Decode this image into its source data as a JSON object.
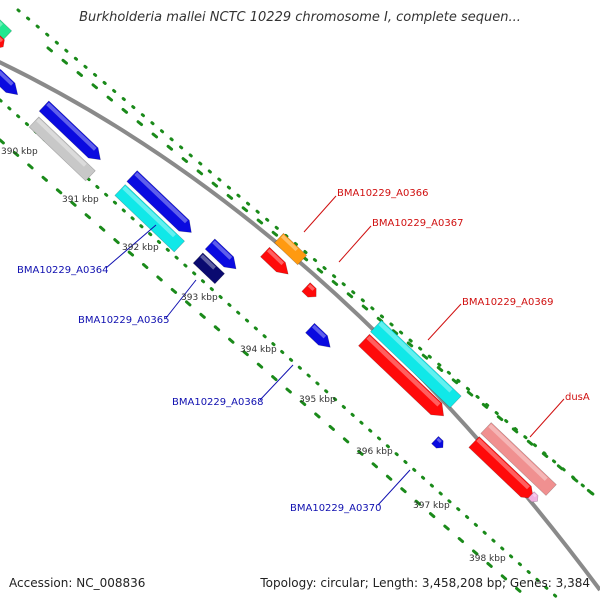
{
  "title": "Burkholderia mallei NCTC 10229 chromosome I, complete sequen...",
  "ticks": [
    {
      "label": "390 kbp"
    },
    {
      "label": "391 kbp"
    },
    {
      "label": "392 kbp"
    },
    {
      "label": "393 kbp"
    },
    {
      "label": "394 kbp"
    },
    {
      "label": "395 kbp"
    },
    {
      "label": "396 kbp"
    },
    {
      "label": "397 kbp"
    },
    {
      "label": "398 kbp"
    }
  ],
  "gene_labels": [
    {
      "text": "BMA10229_A0364",
      "color": "#1010b0"
    },
    {
      "text": "BMA10229_A0365",
      "color": "#1010b0"
    },
    {
      "text": "BMA10229_A0368",
      "color": "#1010b0"
    },
    {
      "text": "BMA10229_A0370",
      "color": "#1010b0"
    },
    {
      "text": "BMA10229_A0366",
      "color": "#d01010"
    },
    {
      "text": "BMA10229_A0367",
      "color": "#d01010"
    },
    {
      "text": "BMA10229_A0369",
      "color": "#d01010"
    },
    {
      "text": "dusA",
      "color": "#d01010"
    }
  ],
  "colors": {
    "backbone": "#8a8a8a",
    "gc_dots": "#1a8a1a",
    "blue": "#0a0ae0",
    "navy": "#0a0a70",
    "cyan": "#10e8e8",
    "gray": "#c8c8c8",
    "red": "#ff0a0a",
    "orange": "#ff9a10",
    "pink": "#f09090",
    "mint": "#20e890",
    "lightpink": "#f0b0e0"
  },
  "footer": {
    "accession": "Accession: NC_008836",
    "topology": "Topology: circular; Length: 3,458,208 bp; Genes: 3,384"
  }
}
